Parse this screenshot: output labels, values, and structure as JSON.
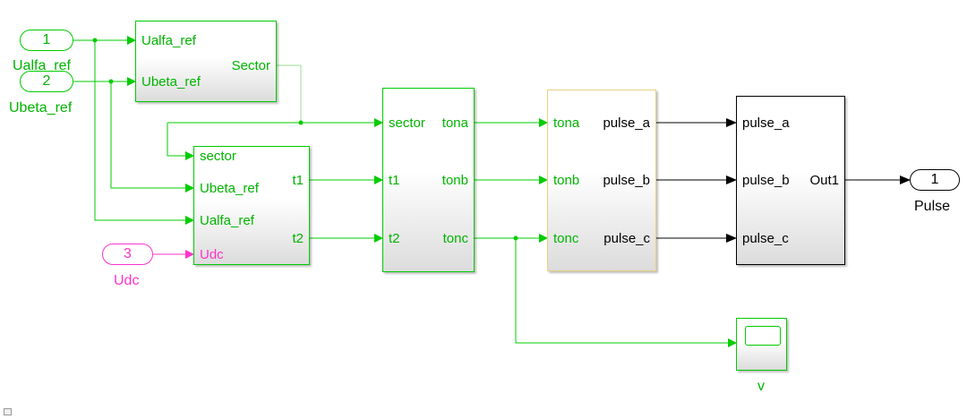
{
  "colors": {
    "signal": "#00cc00",
    "signal_text": "#00b400",
    "udc": "#ff33cc",
    "output": "#000000",
    "block_border_highlight": "#e8d080"
  },
  "inports": [
    {
      "number": "1",
      "name": "Ualfa_ref"
    },
    {
      "number": "2",
      "name": "Ubeta_ref"
    },
    {
      "number": "3",
      "name": "Udc"
    }
  ],
  "outport": {
    "number": "1",
    "name": "Pulse"
  },
  "sector_block": {
    "inputs": [
      "Ualfa_ref",
      "Ubeta_ref"
    ],
    "outputs": [
      "Sector"
    ]
  },
  "time_block": {
    "inputs": [
      "sector",
      "Ubeta_ref",
      "Ualfa_ref",
      "Udc"
    ],
    "outputs": [
      "t1",
      "t2"
    ]
  },
  "switch_block": {
    "inputs": [
      "sector",
      "t1",
      "t2"
    ],
    "outputs": [
      "tona",
      "tonb",
      "tonc"
    ]
  },
  "pwm_block": {
    "inputs": [
      "tona",
      "tonb",
      "tonc"
    ],
    "outputs": [
      "pulse_a",
      "pulse_b",
      "pulse_c"
    ]
  },
  "output_block": {
    "inputs": [
      "pulse_a",
      "pulse_b",
      "pulse_c"
    ],
    "outputs": [
      "Out1"
    ]
  },
  "scope": {
    "name": "v"
  }
}
